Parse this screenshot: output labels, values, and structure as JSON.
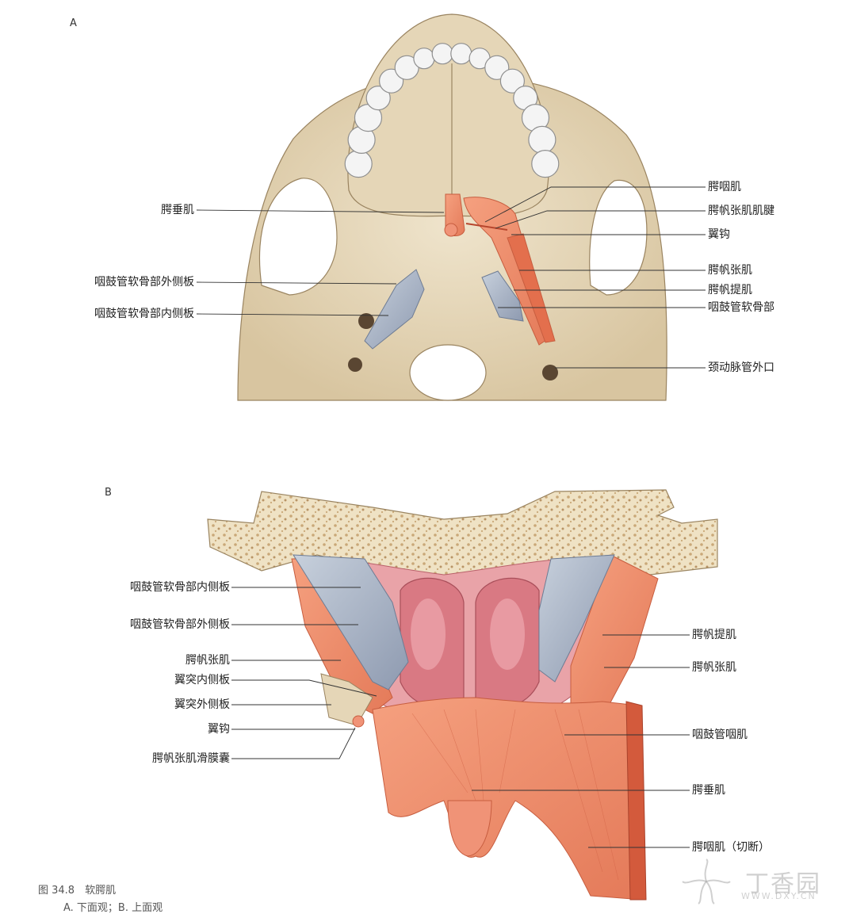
{
  "panels": {
    "a": {
      "letter": "A",
      "labels_left": [
        "腭垂肌",
        "咽鼓管软骨部外侧板",
        "咽鼓管软骨部内侧板"
      ],
      "labels_right": [
        "腭咽肌",
        "腭帆张肌肌腱",
        "翼钩",
        "腭帆张肌",
        "腭帆提肌",
        "咽鼓管软骨部",
        "颈动脉管外口"
      ]
    },
    "b": {
      "letter": "B",
      "labels_left": [
        "咽鼓管软骨部内侧板",
        "咽鼓管软骨部外侧板",
        "腭帆张肌",
        "翼突内侧板",
        "翼突外侧板",
        "翼钩",
        "腭帆张肌滑膜囊"
      ],
      "labels_right": [
        "腭帆提肌",
        "腭帆张肌",
        "咽鼓管咽肌",
        "腭垂肌",
        "腭咽肌（切断）"
      ]
    }
  },
  "caption": {
    "title": "图 34.8　软腭肌",
    "subtitle": "A. 下面观；B. 上面观"
  },
  "watermark": {
    "main": "丁香园",
    "sub": "WWW.DXY.CN"
  },
  "colors": {
    "bone": "#e8dcc2",
    "bone_shadow": "#c9b48e",
    "muscle": "#ef8f6e",
    "muscle_dark": "#d9694a",
    "cartilage": "#a9b4c6",
    "mucosa": "#e58f9a",
    "teeth": "#f4f4f4"
  }
}
